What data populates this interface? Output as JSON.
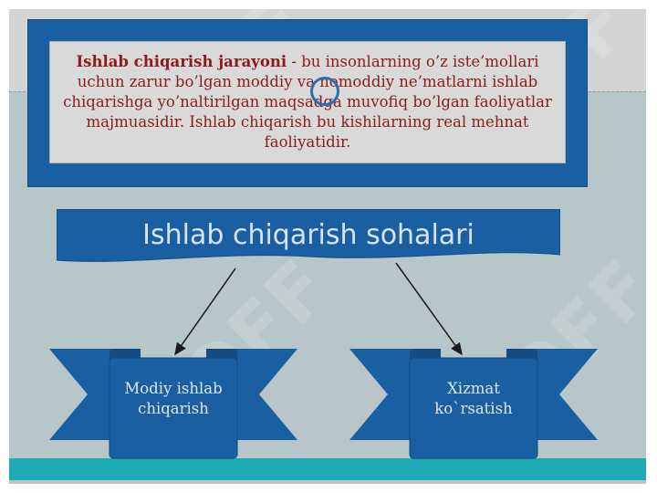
{
  "definition": {
    "term": "Ishlab  chiqarish  jarayoni",
    "text": " - bu  insonlarning o’z iste’mollari uchun zarur bo’lgan  moddiy  va   nomoddiy ne’matlarni ishlab  chiqarishga  yo’naltirilgan maqsadga muvofiq bo’lgan faoliyatlar majmuasidir. Ishlab  chiqarish  bu  kishilarning  real  mehnat  faoliyatidir."
  },
  "title": "Ishlab chiqarish sohalari",
  "branches": [
    {
      "label": "Modiy ishlab\nchiqarish"
    },
    {
      "label": "Xizmat\nko`rsatish"
    }
  ],
  "watermark": "SOFF",
  "colors": {
    "ribbon_blue": "#1b5fa3",
    "definition_text": "#8e1b1b",
    "bottom_bar": "#1eaab3"
  }
}
